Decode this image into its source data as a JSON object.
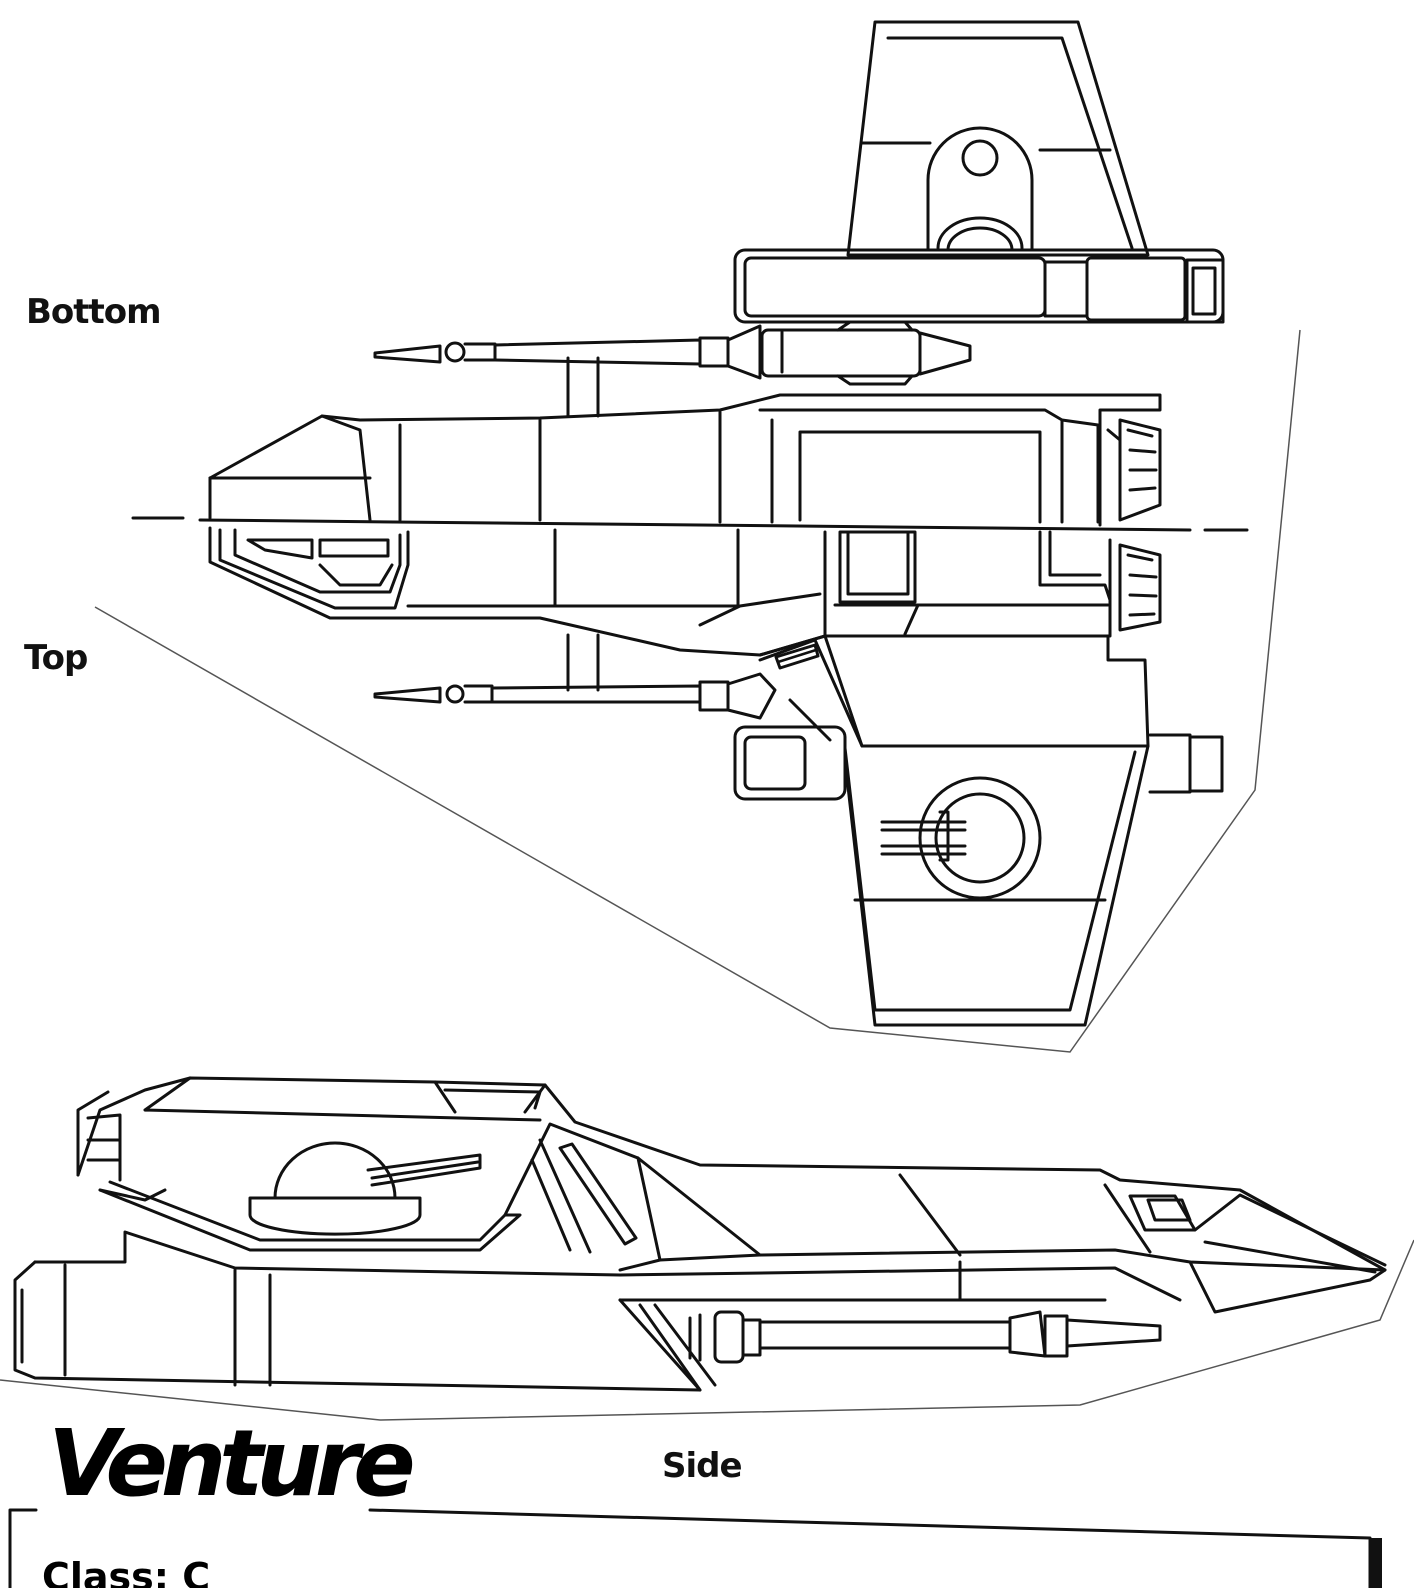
{
  "labels": {
    "bottom": "Bottom",
    "top": "Top",
    "side": "Side"
  },
  "title": "Venture",
  "cutoff_text": "Class: C",
  "colors": {
    "ink": "#111111",
    "paper": "#ffffff"
  }
}
